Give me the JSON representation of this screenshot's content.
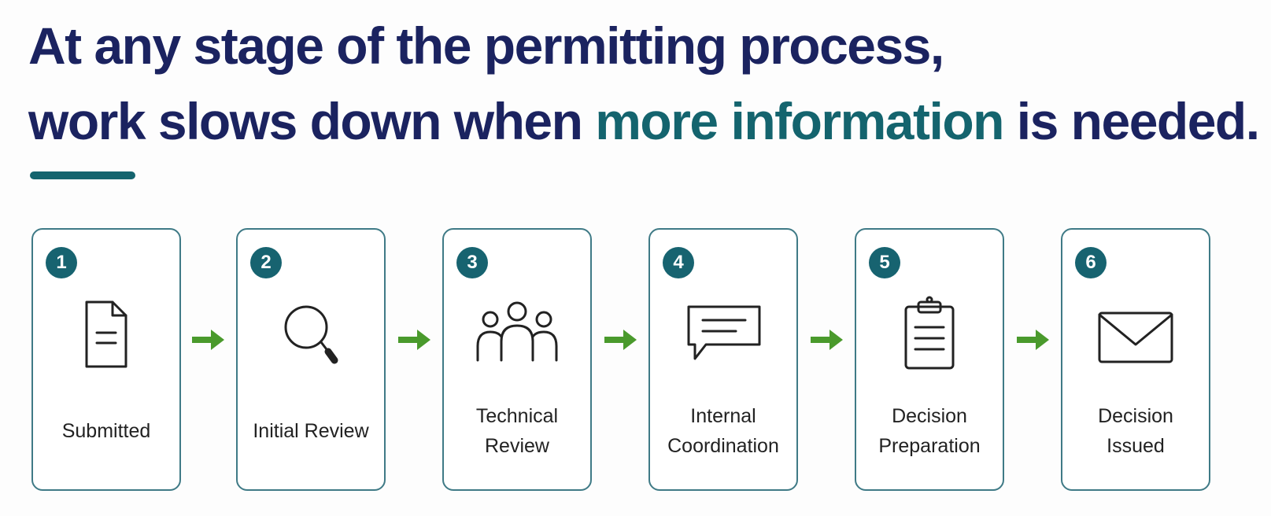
{
  "headline": {
    "line1": "At any stage of the permitting process,",
    "line2_before": "work slows down when ",
    "line2_accent": "more information",
    "line2_after": " is needed."
  },
  "colors": {
    "navy": "#1b2360",
    "teal": "#14646e",
    "badge": "#176370",
    "arrow": "#4a9a2c"
  },
  "steps": [
    {
      "number": "1",
      "label": "Submitted",
      "icon": "document-icon"
    },
    {
      "number": "2",
      "label": "Initial Review",
      "icon": "magnifier-icon"
    },
    {
      "number": "3",
      "label": "Technical Review",
      "icon": "people-group-icon"
    },
    {
      "number": "4",
      "label": "Internal Coordination",
      "icon": "chat-bubble-icon"
    },
    {
      "number": "5",
      "label": "Decision Preparation",
      "icon": "clipboard-icon"
    },
    {
      "number": "6",
      "label": "Decision Issued",
      "icon": "envelope-icon"
    }
  ]
}
